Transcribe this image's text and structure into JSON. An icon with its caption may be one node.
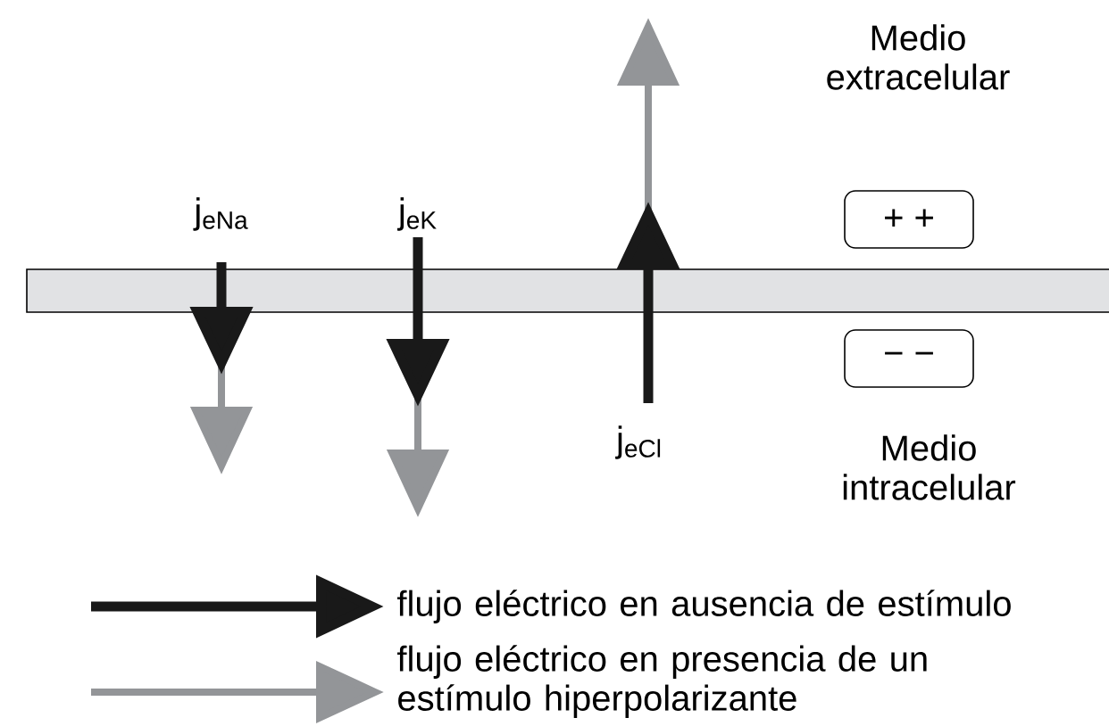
{
  "diagram": {
    "nodes": [
      {
        "text": [],
        "shape": "bar"
      },
      {
        "text": [
          "+ +"
        ]
      },
      {
        "text": [
          "− −"
        ]
      }
    ],
    "labels": [
      "Medio extracelular",
      "j$_{eNa}$",
      "j$_{eK}$",
      "j$_{eCl}$",
      "Medio intracelular"
    ],
    "legend": [
      {
        "text": "flujo eléctrico en ausencia de estímulo"
      },
      {
        "text": "flujo eléctrico en presencia de un estímulo hiperpolarizante"
      }
    ]
  }
}
